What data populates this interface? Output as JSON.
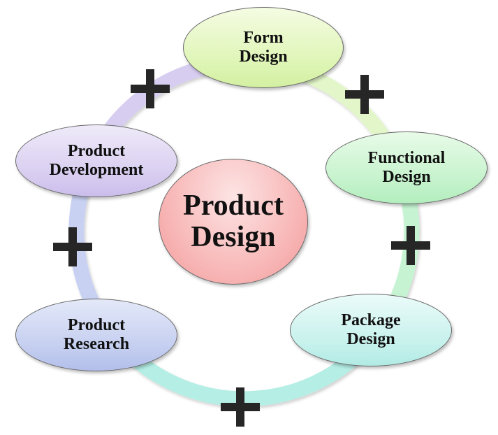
{
  "diagram": {
    "type": "cycle",
    "center": {
      "line1": "Product",
      "line2": "Design",
      "color_top": "#fde0e0",
      "color_bottom": "#f49b9b"
    },
    "nodes": [
      {
        "id": "form-design",
        "line1": "Form",
        "line2": "Design",
        "color_top": "#f4fbe0",
        "color_bottom": "#d6f2a6"
      },
      {
        "id": "functional-design",
        "line1": "Functional",
        "line2": "Design",
        "color_top": "#e6fae6",
        "color_bottom": "#b5efbf"
      },
      {
        "id": "package-design",
        "line1": "Package",
        "line2": "Design",
        "color_top": "#e8fbf9",
        "color_bottom": "#b4ece6"
      },
      {
        "id": "product-research",
        "line1": "Product",
        "line2": "Research",
        "color_top": "#e2e7f8",
        "color_bottom": "#b6c2ec"
      },
      {
        "id": "product-development",
        "line1": "Product",
        "line2": "Development",
        "color_top": "#eee8f8",
        "color_bottom": "#cfc2ec"
      }
    ],
    "connectors": [
      "+",
      "+",
      "+",
      "+",
      "+"
    ],
    "ring_colors": {
      "top_left": "#d9d0f0",
      "top_right": "#e2f6c8",
      "right": "#c9f5d6",
      "bottom": "#b7eee6",
      "left": "#c9d2f2"
    }
  }
}
